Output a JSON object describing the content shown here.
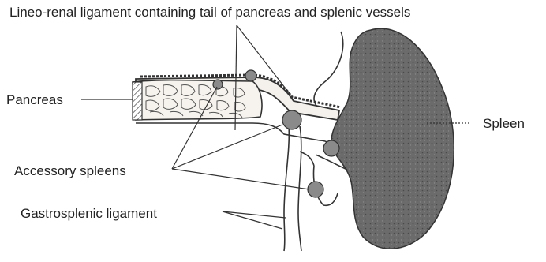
{
  "labels": {
    "lineorenal": "Lineo-renal ligament containing tail of pancreas and splenic vessels",
    "pancreas": "Pancreas",
    "spleen": "Spleen",
    "accessory_spleens": "Accessory spleens",
    "gastrosplenic": "Gastrosplenic ligament"
  },
  "colors": {
    "spleen_fill": "#6b6b6b",
    "line": "#333333",
    "pancreas_fill": "#f4f1ec",
    "accessory_fill": "#8a8a8a"
  }
}
